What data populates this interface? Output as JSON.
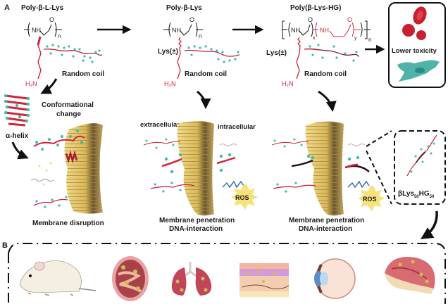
{
  "panel_a": {
    "label": "A",
    "polymers": [
      {
        "title": "Poly-β-L-Lys",
        "coil_label": "Random coil",
        "amine": "H₂N",
        "nh": "NH",
        "o": "O",
        "n": "n"
      },
      {
        "title": "Poly-β-Lys",
        "coil_label": "Random coil",
        "side_label": "Lys(±)",
        "amine": "H₂N",
        "nh": "NH",
        "o": "O",
        "n": "n"
      },
      {
        "title": "Poly(β-Lys-HG)",
        "coil_label": "Random coil",
        "side_label": "Lys(±)",
        "amine": "H₂N",
        "nh1": "NH",
        "nh2": "NH",
        "o": "O",
        "x": "x",
        "y": "y",
        "n": "n"
      }
    ],
    "toxicity_box": {
      "label": "Lower toxicity"
    },
    "left_mechanism": {
      "helix_label": "α-helix",
      "conformation_label_1": "Conformational",
      "conformation_label_2": "change",
      "result": "Membrane disruption"
    },
    "middle_mechanism": {
      "extracellular": "extracellular",
      "intracellular": "intracellular",
      "ros": "ROS",
      "result_1": "Membrane penetration",
      "result_2": "DNA-interaction"
    },
    "right_mechanism": {
      "ros": "ROS",
      "result_1": "Membrane penetration",
      "result_2": "DNA-interaction",
      "inset_base": "βLys",
      "inset_sub1": "50",
      "inset_mid": "HG",
      "inset_sub2": "50"
    }
  },
  "panel_b": {
    "label": "B",
    "applications": [
      "mouse",
      "abdominal infection",
      "lung",
      "skin",
      "eye",
      "brain"
    ]
  },
  "colors": {
    "polymer_red": "#d0253a",
    "bead_teal": "#3bbfa7",
    "membrane_gold": "#e6c766",
    "membrane_dark": "#5a4a2a",
    "ros_yellow": "#f7e27a",
    "cell_teal": "#4fb3a9",
    "rbc_red": "#c8202e"
  }
}
